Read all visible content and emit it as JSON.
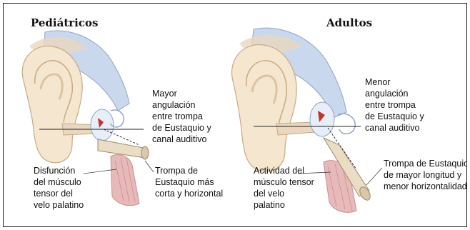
{
  "titles": {
    "left": "Pediátricos",
    "right": "Adultos"
  },
  "labels": {
    "ped_angle": [
      "Mayor",
      "angulación",
      "entre trompa",
      "de Eustaquio y",
      "canal auditivo"
    ],
    "ped_muscle": [
      "Disfunción",
      "del músculo",
      "tensor del",
      "velo palatino"
    ],
    "ped_tube": [
      "Trompa de",
      "Eustaquio más",
      "corta y horizontal"
    ],
    "adult_angle": [
      "Menor",
      "angulación",
      "entre trompa",
      "de Eustaquio y",
      "canal auditivo"
    ],
    "adult_muscle": [
      "Actividad del",
      "músculo tensor",
      "del velo",
      "palatino"
    ],
    "adult_tube": [
      "Trompa de Eustaquio",
      "de mayor longitud y",
      "menor horizontalidad"
    ]
  },
  "colors": {
    "skin": "#f4e6cf",
    "skin_shadow": "#e2c9a6",
    "bone": "#c9d8ec",
    "bone_dark": "#8fa6c8",
    "muscle": "#e8b9b9",
    "muscle_line": "#c98f8f",
    "tube": "#eaddc5",
    "drum_red": "#c2332b"
  }
}
